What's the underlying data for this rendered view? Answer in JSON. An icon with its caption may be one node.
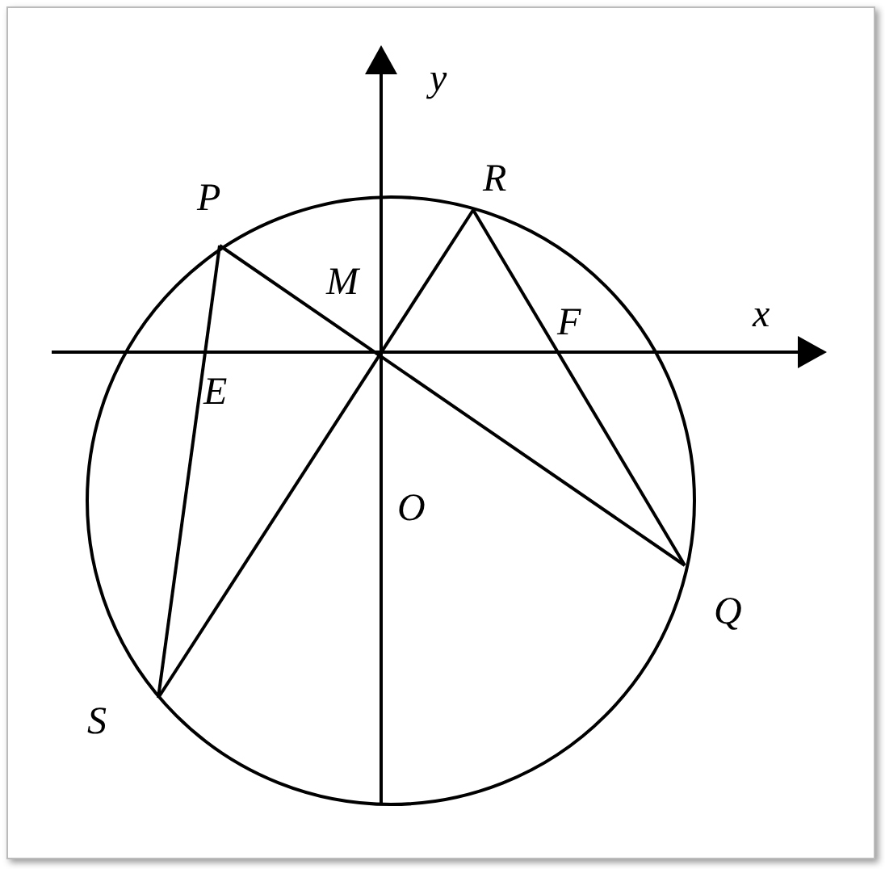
{
  "diagram": {
    "nodes": [
      {
        "text": [
          "P"
        ]
      },
      {
        "text": [
          "R"
        ]
      },
      {
        "text": [
          "Q"
        ]
      },
      {
        "text": [
          "S"
        ]
      }
    ],
    "edges": [
      {
        "from": 0,
        "to": 3,
        "arrow": "none"
      },
      {
        "from": 0,
        "to": 2,
        "arrow": "none"
      },
      {
        "from": 1,
        "to": 3,
        "arrow": "none"
      },
      {
        "from": 1,
        "to": 2,
        "arrow": "none"
      }
    ],
    "labels": [
      "y",
      "M",
      "x",
      "F",
      "E",
      "O"
    ]
  }
}
